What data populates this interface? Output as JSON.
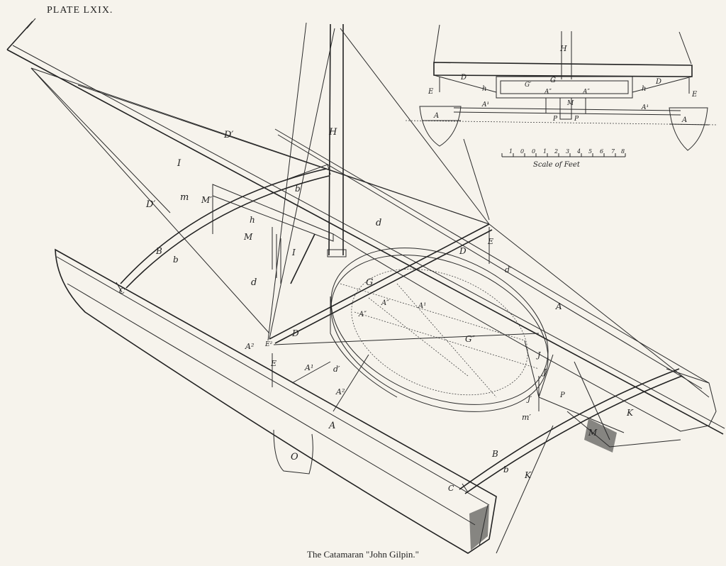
{
  "plate": {
    "title": "PLATE LXIX.",
    "caption": "The Catamaran \"John Gilpin.\""
  },
  "scale": {
    "label": "Scale of Feet",
    "ticks": [
      "1",
      "0",
      "0",
      "1",
      "2",
      "3",
      "4",
      "5",
      "6",
      "7",
      "8"
    ]
  },
  "labels": {
    "H": "H",
    "D_prime": "D′",
    "I": "I",
    "m": "m",
    "M_prime": "M′",
    "b": "b",
    "h": "h",
    "B": "B",
    "C": "C",
    "M": "M",
    "d": "d",
    "G": "G",
    "G_dprime": "G″",
    "A": "A",
    "A1": "A¹",
    "A2": "A²",
    "A_dprime": "A″",
    "E": "E",
    "E2": "E²",
    "D": "D",
    "d_prime": "d′",
    "J": "J",
    "J_prime": "J′",
    "K": "K",
    "O": "O",
    "P": "P",
    "m_prime": "m′"
  },
  "inset_labels": {
    "H": "H",
    "D": "D",
    "G": "G",
    "G_prime": "G′",
    "h": "h",
    "E": "E",
    "A": "A",
    "A1": "A¹",
    "A_dprime": "A″",
    "M": "M",
    "P": "P"
  }
}
